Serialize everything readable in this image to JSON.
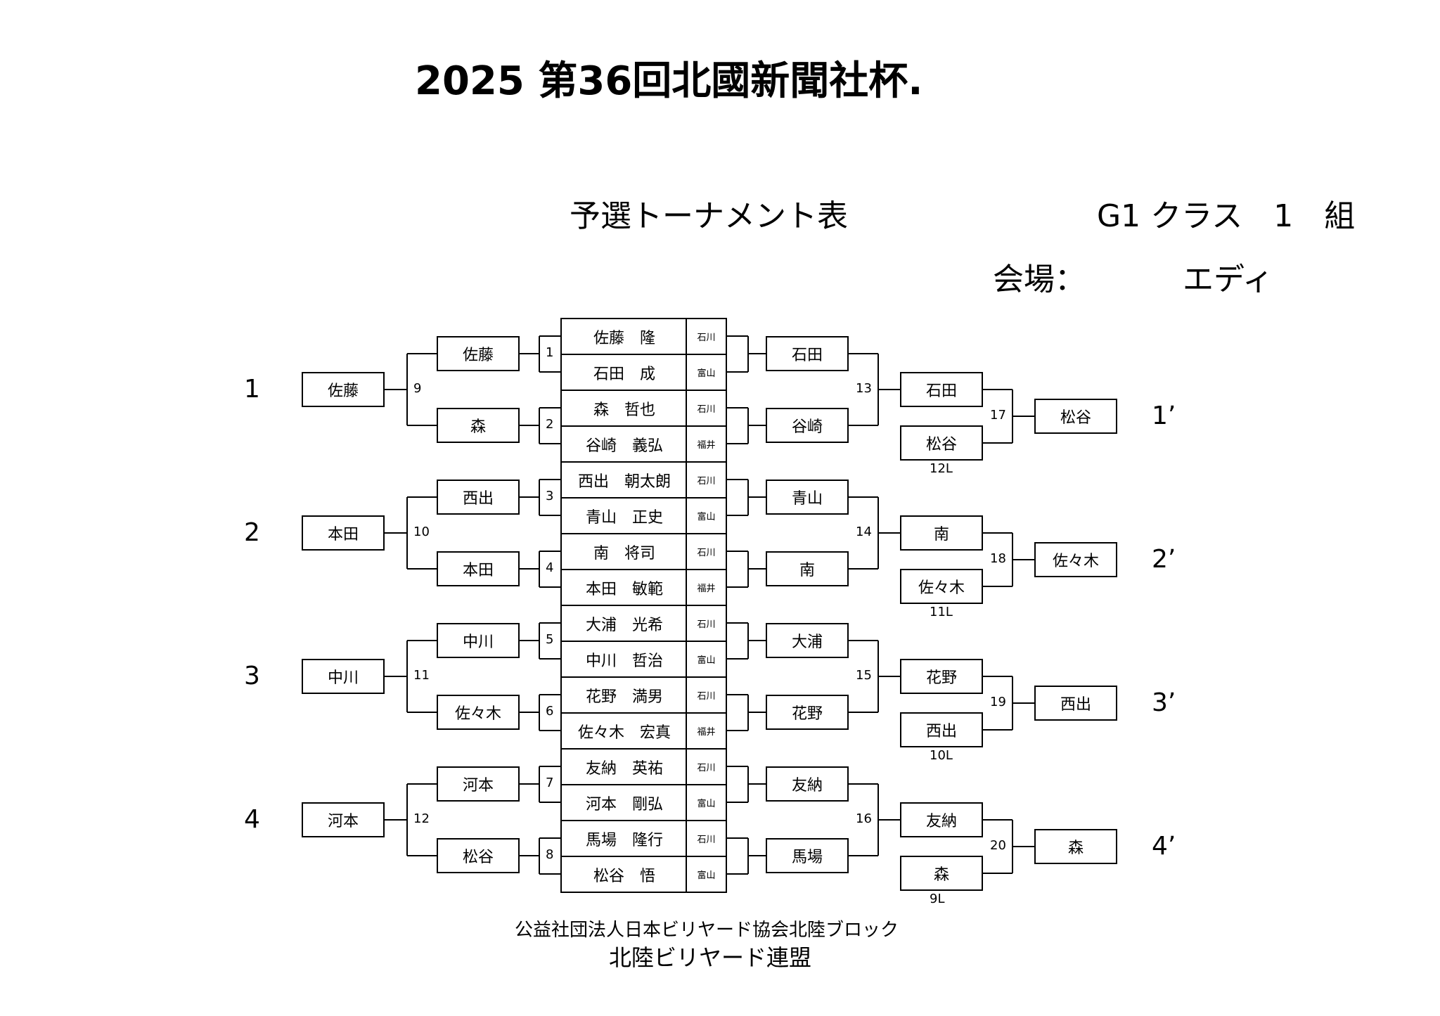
{
  "header": {
    "title": "2025 第36回北國新聞社杯.",
    "subtitle": "予選トーナメント表",
    "class_label": "G1 クラス　1　組",
    "venue_label": "会場：",
    "venue_name": "エディ"
  },
  "players": [
    {
      "no": "1",
      "name": "佐藤　隆",
      "pref": "石川"
    },
    {
      "no": "",
      "name": "石田　成",
      "pref": "富山"
    },
    {
      "no": "2",
      "name": "森　哲也",
      "pref": "石川"
    },
    {
      "no": "",
      "name": "谷崎　義弘",
      "pref": "福井"
    },
    {
      "no": "3",
      "name": "西出　朝太朗",
      "pref": "石川"
    },
    {
      "no": "",
      "name": "青山　正史",
      "pref": "富山"
    },
    {
      "no": "4",
      "name": "南　将司",
      "pref": "石川"
    },
    {
      "no": "",
      "name": "本田　敏範",
      "pref": "福井"
    },
    {
      "no": "5",
      "name": "大浦　光希",
      "pref": "石川"
    },
    {
      "no": "",
      "name": "中川　哲治",
      "pref": "富山"
    },
    {
      "no": "6",
      "name": "花野　満男",
      "pref": "石川"
    },
    {
      "no": "",
      "name": "佐々木　宏真",
      "pref": "福井"
    },
    {
      "no": "7",
      "name": "友納　英祐",
      "pref": "石川"
    },
    {
      "no": "",
      "name": "河本　剛弘",
      "pref": "富山"
    },
    {
      "no": "8",
      "name": "馬場　隆行",
      "pref": "石川"
    },
    {
      "no": "",
      "name": "松谷　悟",
      "pref": "富山"
    }
  ],
  "match_numbers": [
    "1",
    "2",
    "3",
    "4",
    "5",
    "6",
    "7",
    "8"
  ],
  "left": {
    "round1_winners": [
      "佐藤",
      "森",
      "西出",
      "本田",
      "中川",
      "佐々木",
      "河本",
      "松谷"
    ],
    "round2": [
      {
        "match": "9",
        "winner": "佐藤",
        "seed": "1"
      },
      {
        "match": "10",
        "winner": "本田",
        "seed": "2"
      },
      {
        "match": "11",
        "winner": "中川",
        "seed": "3"
      },
      {
        "match": "12",
        "winner": "河本",
        "seed": "4"
      }
    ]
  },
  "right": {
    "round1_losers": [
      "石田",
      "谷崎",
      "青山",
      "南",
      "大浦",
      "花野",
      "友納",
      "馬場"
    ],
    "round2": [
      {
        "match": "13",
        "winner": "石田",
        "opponent": "松谷",
        "opp_from": "12L",
        "final_match": "17",
        "final": "松谷",
        "seed": "1’"
      },
      {
        "match": "14",
        "winner": "南",
        "opponent": "佐々木",
        "opp_from": "11L",
        "final_match": "18",
        "final": "佐々木",
        "seed": "2’"
      },
      {
        "match": "15",
        "winner": "花野",
        "opponent": "西出",
        "opp_from": "10L",
        "final_match": "19",
        "final": "西出",
        "seed": "3’"
      },
      {
        "match": "16",
        "winner": "友納",
        "opponent": "森",
        "opp_from": "9L",
        "final_match": "20",
        "final": "森",
        "seed": "4’"
      }
    ]
  },
  "footer": {
    "org": "公益社団法人日本ビリヤード協会北陸ブロック",
    "league": "北陸ビリヤード連盟"
  }
}
